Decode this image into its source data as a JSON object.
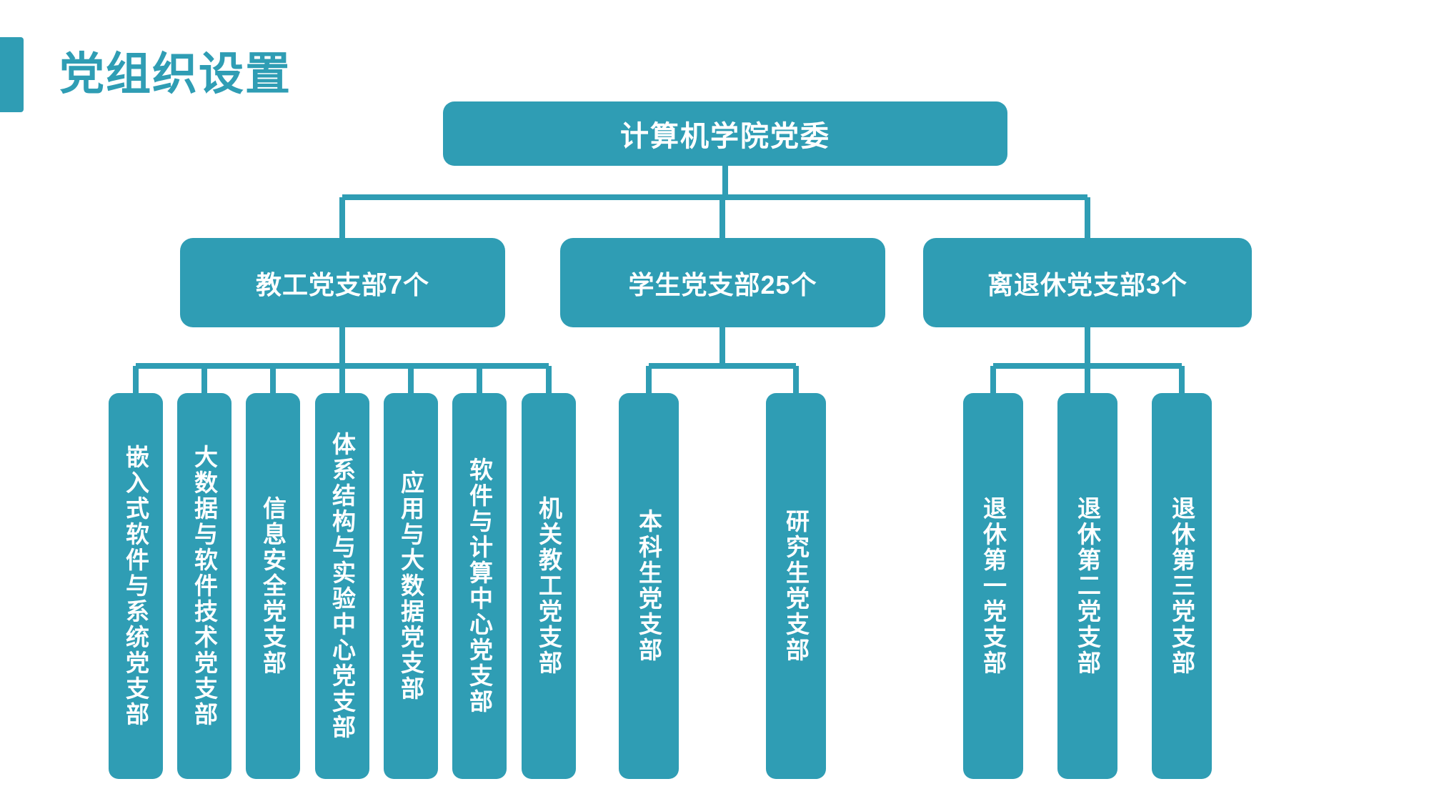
{
  "page": {
    "title": "党组织设置",
    "accent_color": "#2f9db4",
    "background_color": "#ffffff",
    "text_color_on_node": "#ffffff"
  },
  "chart_data": {
    "type": "diagram",
    "diagram_type": "organization-chart",
    "title": "党组织设置",
    "orientation": "top-down",
    "root": {
      "label": "计算机学院党委"
    },
    "groups": [
      {
        "label": "教工党支部7个",
        "count": 7,
        "children": [
          "嵌入式软件与系统党支部",
          "大数据与软件技术党支部",
          "信息安全党支部",
          "体系结构与实验中心党支部",
          "应用与大数据党支部",
          "软件与计算中心党支部",
          "机关教工党支部"
        ]
      },
      {
        "label": "学生党支部25个",
        "count": 25,
        "children": [
          "本科生党支部",
          "研究生党支部"
        ]
      },
      {
        "label": "离退休党支部3个",
        "count": 3,
        "children": [
          "退休第一党支部",
          "退休第二党支部",
          "退休第三党支部"
        ]
      }
    ]
  }
}
